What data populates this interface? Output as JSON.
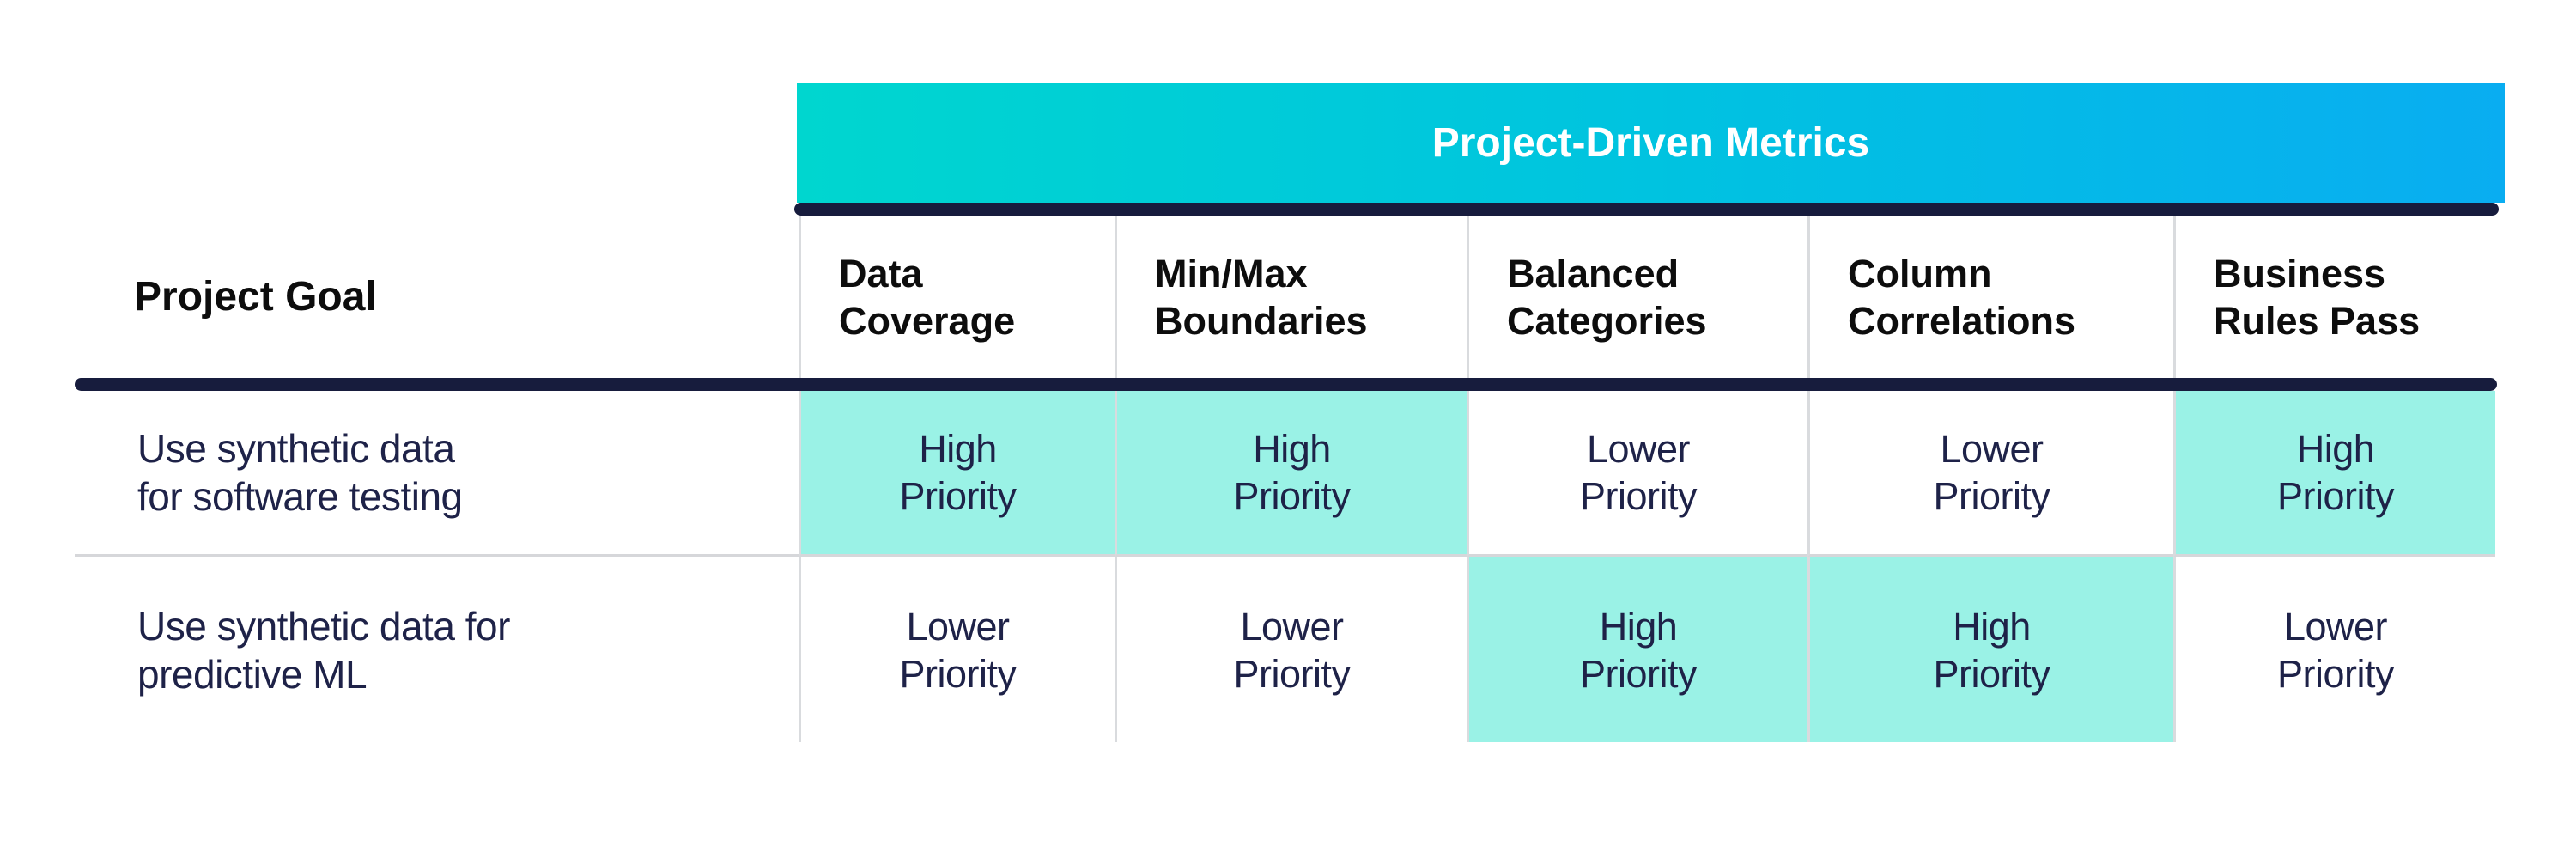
{
  "banner": {
    "title": "Project-Driven Metrics"
  },
  "table": {
    "goal_header": "Project Goal",
    "metric_headers": [
      "Data\nCoverage",
      "Min/Max\nBoundaries",
      "Balanced\nCategories",
      "Column\nCorrelations",
      "Business\nRules Pass"
    ],
    "rows": [
      {
        "goal": "Use synthetic data\nfor software testing",
        "cells": [
          {
            "text": "High\nPriority",
            "level": "high"
          },
          {
            "text": "High\nPriority",
            "level": "high"
          },
          {
            "text": "Lower\nPriority",
            "level": "lower"
          },
          {
            "text": "Lower\nPriority",
            "level": "lower"
          },
          {
            "text": "High\nPriority",
            "level": "high"
          }
        ]
      },
      {
        "goal": "Use synthetic data for\npredictive ML",
        "cells": [
          {
            "text": "Lower\nPriority",
            "level": "lower"
          },
          {
            "text": "Lower\nPriority",
            "level": "lower"
          },
          {
            "text": "High\nPriority",
            "level": "high"
          },
          {
            "text": "High\nPriority",
            "level": "high"
          },
          {
            "text": "Lower\nPriority",
            "level": "lower"
          }
        ]
      }
    ]
  },
  "colors": {
    "banner_gradient_start": "#00d6cf",
    "banner_gradient_end": "#09adf1",
    "highlight_teal": "#9af2e6",
    "navy_rule": "#171c3d",
    "body_text": "#1e2248",
    "header_text": "#0d0d0d",
    "separator_gray": "#d9dbde"
  }
}
